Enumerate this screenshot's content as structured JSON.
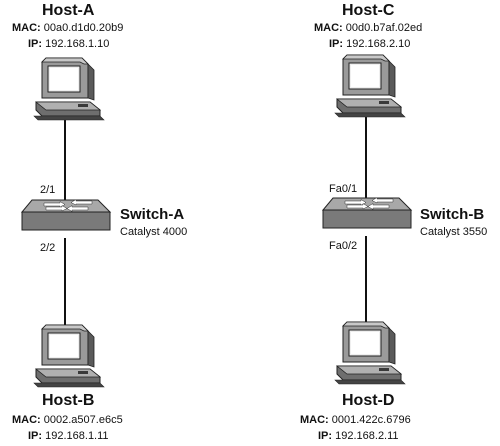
{
  "hosts": {
    "a": {
      "name": "Host-A",
      "mac_label": "MAC:",
      "mac": "00a0.d1d0.20b9",
      "ip_label": "IP:",
      "ip": "192.168.1.10"
    },
    "b": {
      "name": "Host-B",
      "mac_label": "MAC:",
      "mac": "0002.a507.e6c5",
      "ip_label": "IP:",
      "ip": "192.168.1.11"
    },
    "c": {
      "name": "Host-C",
      "mac_label": "MAC:",
      "mac": "00d0.b7af.02ed",
      "ip_label": "IP:",
      "ip": "192.168.2.10"
    },
    "d": {
      "name": "Host-D",
      "mac_label": "MAC:",
      "mac": "0001.422c.6796",
      "ip_label": "IP:",
      "ip": "192.168.2.11"
    }
  },
  "switches": {
    "a": {
      "name": "Switch-A",
      "model": "Catalyst 4000",
      "port_up": "2/1",
      "port_down": "2/2"
    },
    "b": {
      "name": "Switch-B",
      "model": "Catalyst 3550",
      "port_up": "Fa0/1",
      "port_down": "Fa0/2"
    }
  }
}
